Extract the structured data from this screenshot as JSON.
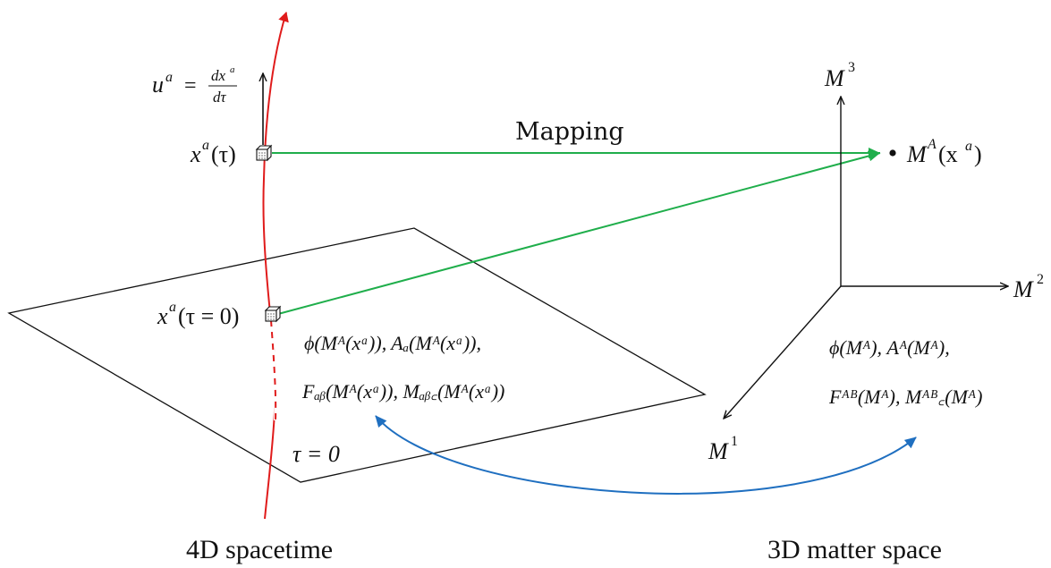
{
  "captions": {
    "left": "4D spacetime",
    "right": "3D matter space"
  },
  "labels": {
    "mapping": "Mapping",
    "velocity_u": "u",
    "velocity_sup": "a",
    "velocity_eq": "=",
    "dx": "dx",
    "dx_sup": "a",
    "dtau": "dτ",
    "x_tau_base": "x",
    "x_tau_sup": "a",
    "x_tau_arg": "(τ)",
    "x_tau0_base": "x",
    "x_tau0_sup": "a",
    "x_tau0_arg": "(τ = 0)",
    "tau0_label": "τ = 0",
    "point_label_base": "M",
    "point_label_sup": "A",
    "point_label_arg": "(x",
    "point_label_arg_sup": "a",
    "point_label_close": ")",
    "axis_m1": "M",
    "axis_m1_sup": "1",
    "axis_m2": "M",
    "axis_m2_sup": "2",
    "axis_m3": "M",
    "axis_m3_sup": "3"
  },
  "spacetime_fields": {
    "line1": "ϕ(Mᴬ(xᵃ)),  Aₐ(Mᴬ(xᵃ)),",
    "line2": "Fₐᵦ(Mᴬ(xᵃ)), Mₐᵦ꜀(Mᴬ(xᵃ))"
  },
  "matter_fields": {
    "line1": "ϕ(Mᴬ),  Aᴬ(Mᴬ),",
    "line2": "Fᴬᴮ(Mᴬ), Mᴬᴮ꜀(Mᴬ)"
  },
  "colors": {
    "worldline": "#e01b1b",
    "mapping_arrow": "#1fae4b",
    "correspondence_arrow": "#1f6fc0",
    "ink": "#111111"
  },
  "icons": [
    "fluid-element-cube-icon",
    "fluid-element-cube-icon",
    "matter-point-dot-icon"
  ]
}
